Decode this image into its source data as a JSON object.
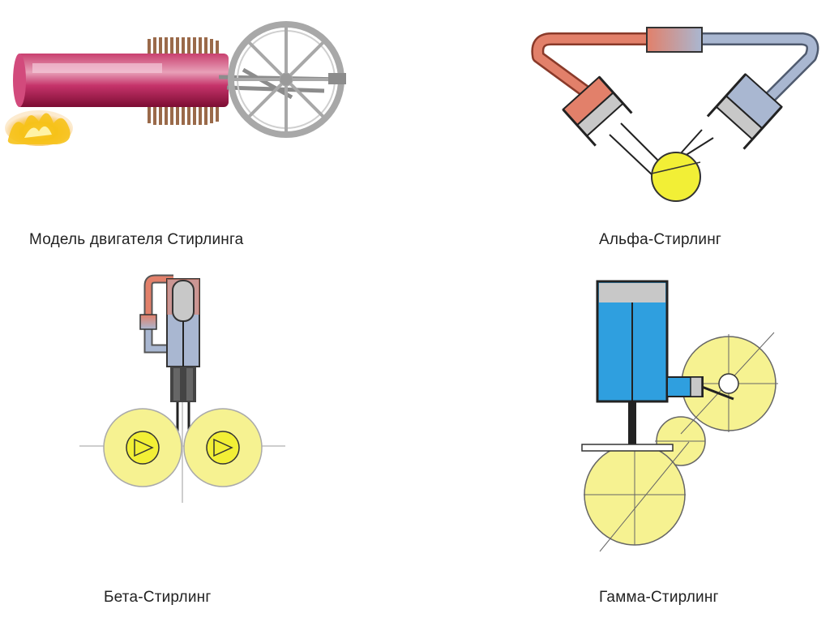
{
  "captions": {
    "model": "Модель двигателя Стирлинга",
    "alpha": "Альфа-Стирлинг",
    "beta": "Бета-Стирлинг",
    "gamma": "Гамма-Стирлинг"
  },
  "colors": {
    "hot": "#e2806a",
    "cold": "#a9b7d1",
    "crank": "#f6f291",
    "crank_strong": "#f2ef36",
    "piston": "#c8c8c8",
    "blue_cylinder": "#2f9fdf",
    "cylinder_red": "#b5194d",
    "flame": "#f6c21a"
  }
}
